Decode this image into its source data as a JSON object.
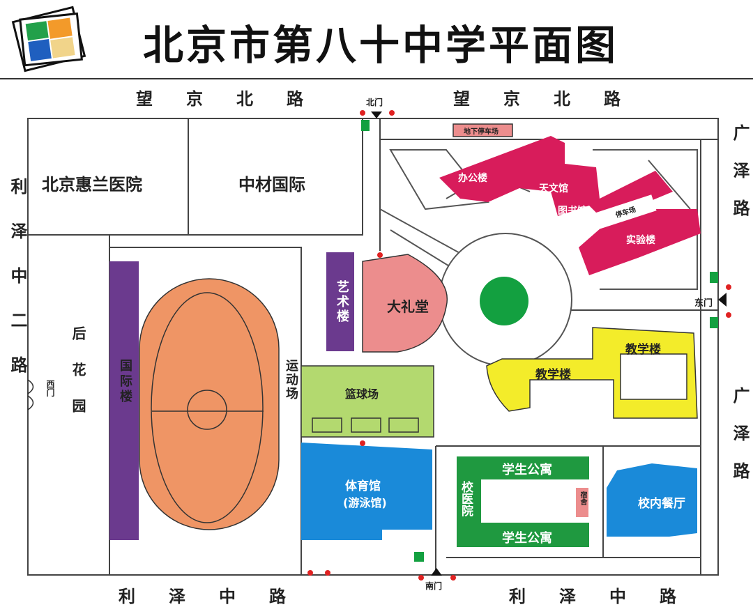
{
  "title": "北京市第八十中学平面图",
  "roads": {
    "north_left": "望京北路",
    "north_right": "望京北路",
    "south_left": "利泽中路",
    "south_right": "利泽中路",
    "west": "利泽中二路",
    "east_upper": "广泽路",
    "east_lower": "广泽路"
  },
  "gates": {
    "north": "北门",
    "south": "南门",
    "east": "东门",
    "west": "西门"
  },
  "places": {
    "hospital": "北京惠兰医院",
    "zhongcai": "中材国际",
    "back_garden": "后花园",
    "intl_building": "国际楼",
    "sports_field": "运动场",
    "art_building": "艺术楼",
    "auditorium": "大礼堂",
    "basketball": "篮球场",
    "gym_line1": "体育馆",
    "gym_line2": "(游泳馆)",
    "clinic": "校医院",
    "dorm_top": "学生公寓",
    "dorm_bottom": "学生公寓",
    "dorm_small": "宿舍",
    "canteen": "校内餐厅",
    "teaching_a": "教学楼",
    "teaching_b": "教学楼",
    "office": "办公楼",
    "observatory": "天文馆",
    "library": "图书馆",
    "parking": "停车场",
    "lab": "实验楼",
    "underground_parking": "地下停车场"
  },
  "colors": {
    "crimson": "#d81c5b",
    "purple": "#6b3a8e",
    "orange": "#ef9565",
    "green_light": "#b3d96f",
    "blue": "#1a8ad9",
    "green_dark": "#1f9940",
    "yellow": "#f3ec2a",
    "pink": "#ec8d8d",
    "circle_green": "#13a040"
  }
}
